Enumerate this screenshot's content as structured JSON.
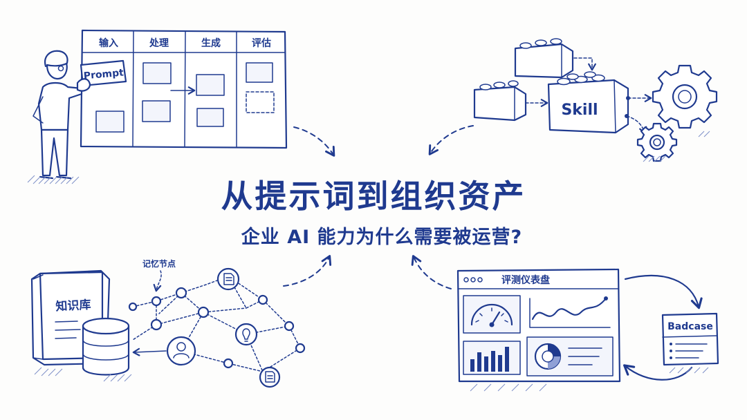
{
  "title": "从提示词到组织资产",
  "subtitle": "企业 AI 能力为什么需要被运营?",
  "board": {
    "columns": [
      "输入",
      "处理",
      "生成",
      "评估"
    ],
    "prompt_card": "Prompt"
  },
  "blocks": {
    "skill_label": "Skill"
  },
  "knowledge": {
    "book_label": "知识库",
    "node_annotation": "记忆节点"
  },
  "dashboard": {
    "title": "评测仪表盘",
    "badcase_label": "Badcase"
  },
  "colors": {
    "ink": "#1f3a8f",
    "paper": "#fdfdfc"
  }
}
